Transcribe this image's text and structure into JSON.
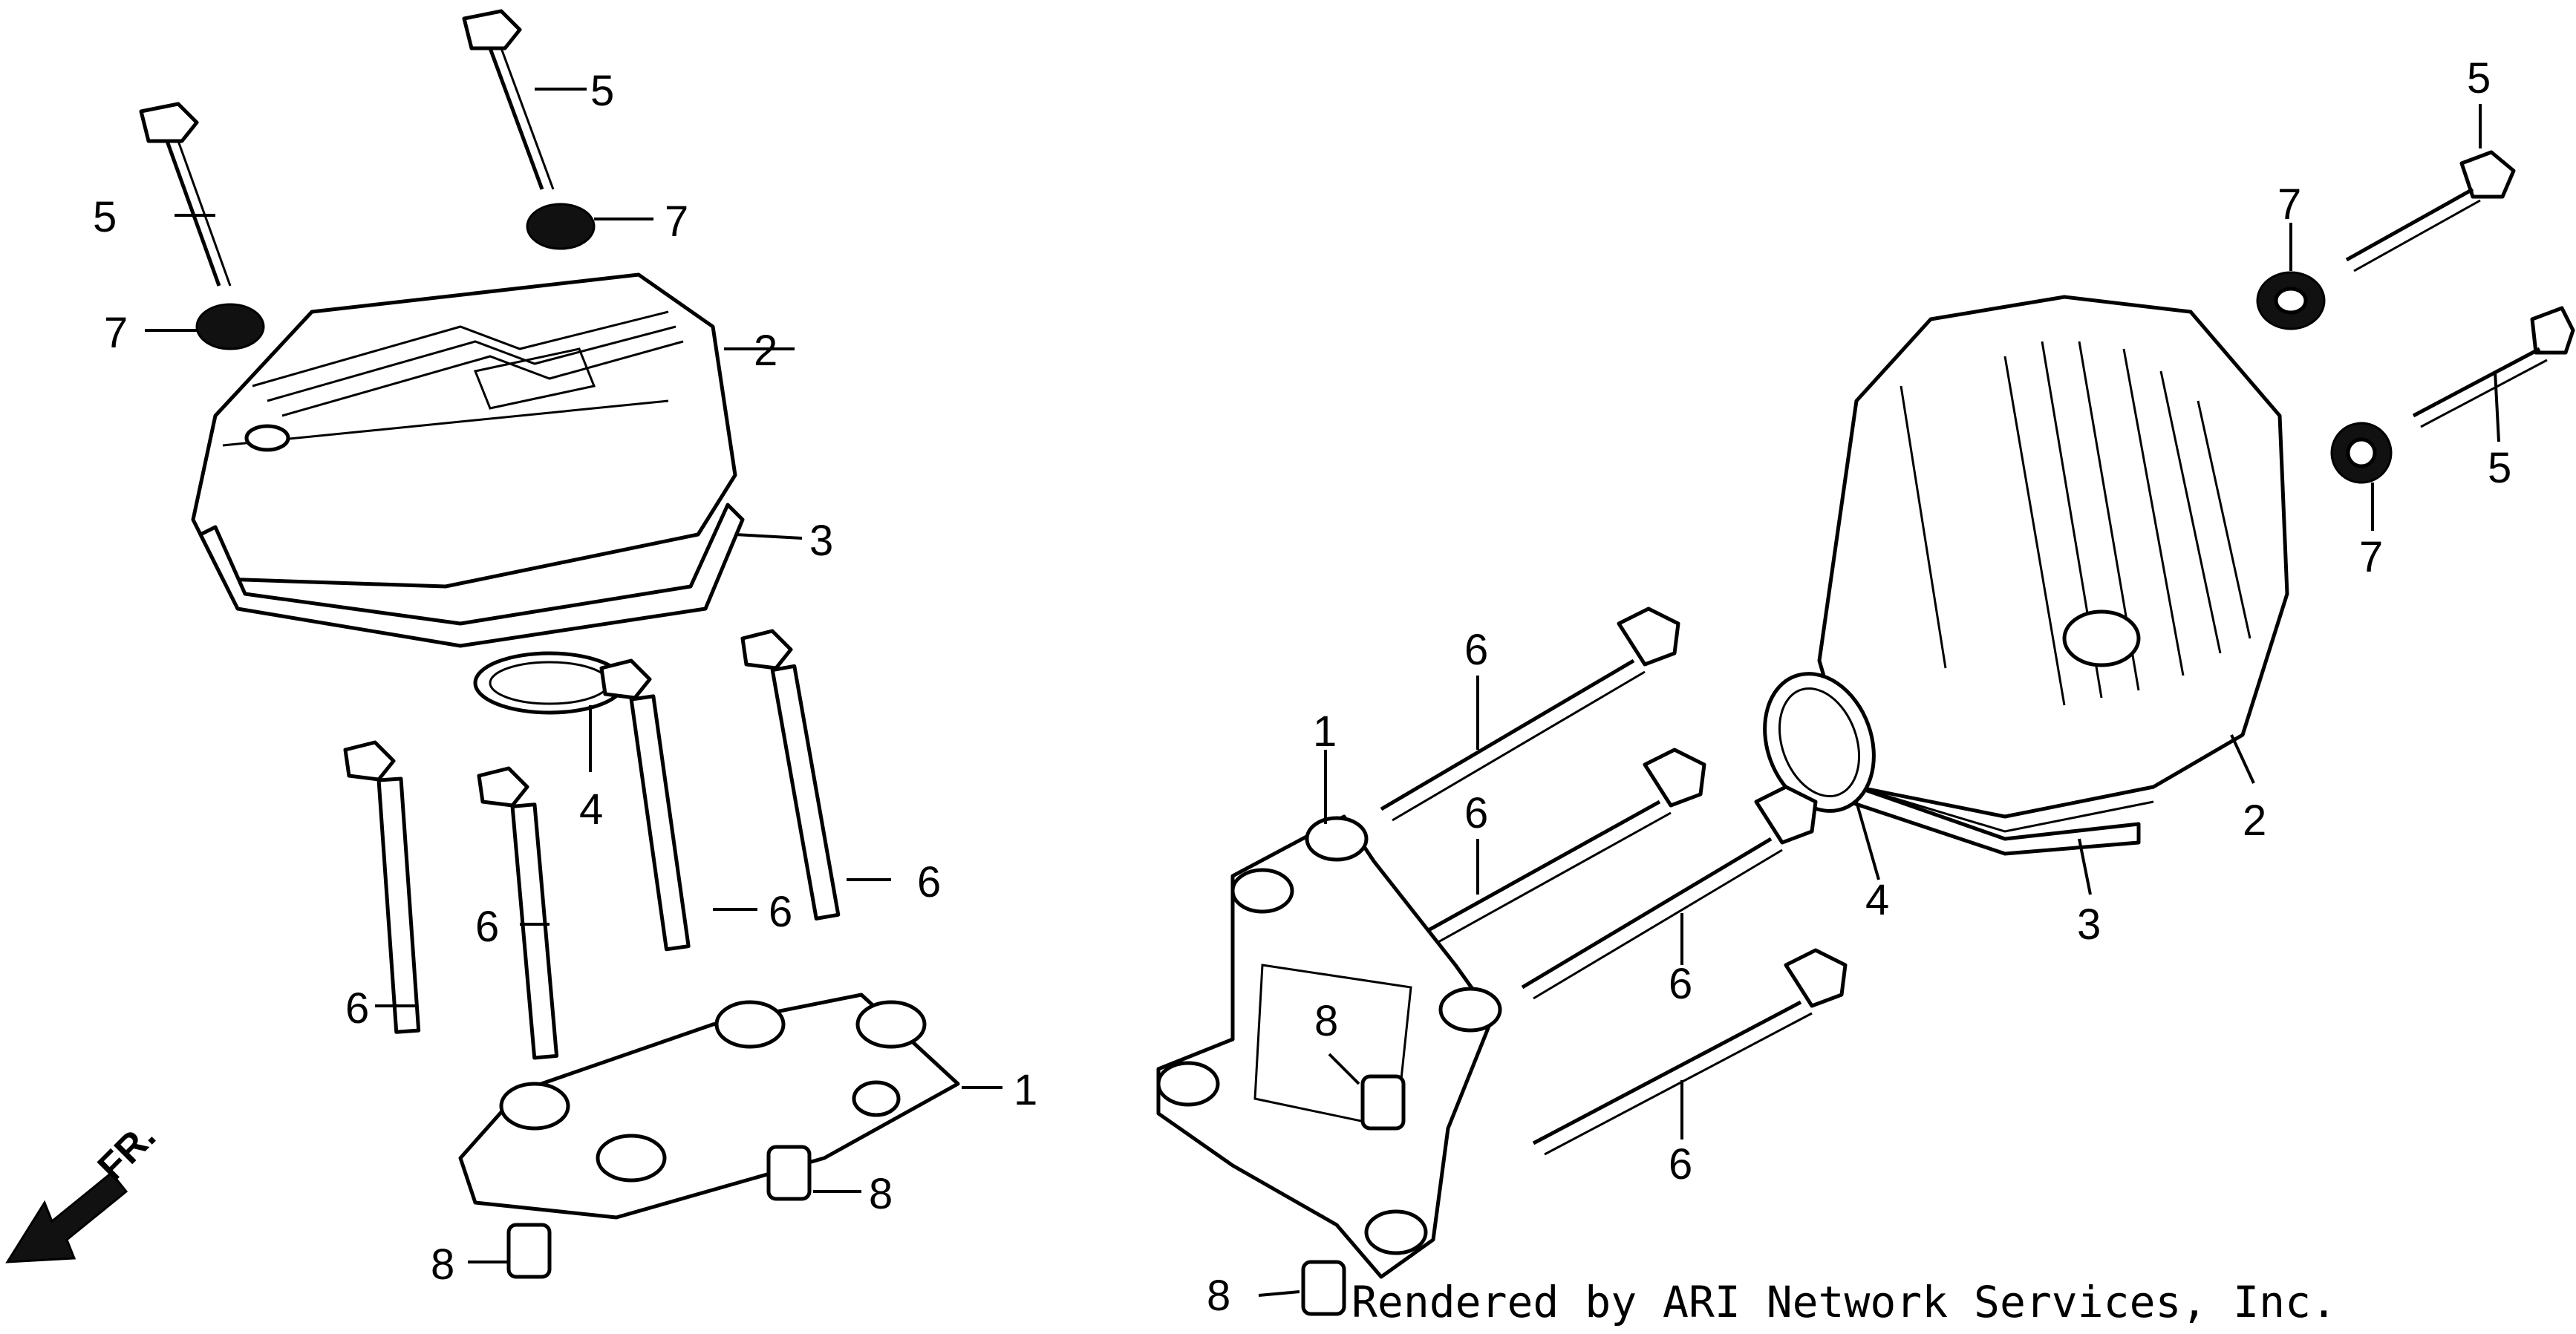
{
  "diagram": {
    "credit_text": "Rendered by ARI Network Services, Inc.",
    "front_marker_label": "FR.",
    "callouts": {
      "left": {
        "c1": "1",
        "c2": "2",
        "c3": "3",
        "c4": "4",
        "c5a": "5",
        "c5b": "5",
        "c6a": "6",
        "c6b": "6",
        "c6c": "6",
        "c6d": "6",
        "c7a": "7",
        "c7b": "7",
        "c8a": "8",
        "c8b": "8"
      },
      "right": {
        "c1": "1",
        "c2": "2",
        "c3": "3",
        "c4": "4",
        "c5a": "5",
        "c5b": "5",
        "c6a": "6",
        "c6b": "6",
        "c6c": "6",
        "c6d": "6",
        "c7a": "7",
        "c7b": "7",
        "c8a": "8",
        "c8b": "8"
      }
    }
  }
}
